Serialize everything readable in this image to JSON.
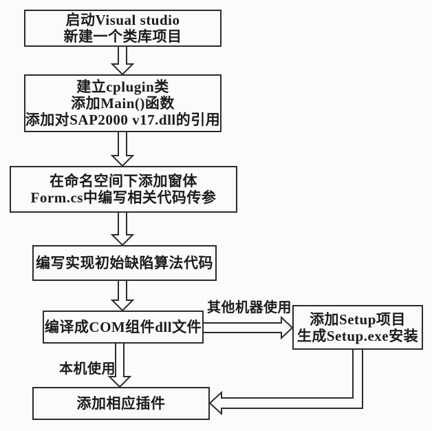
{
  "flowchart": {
    "nodes": [
      {
        "id": "start",
        "lines": [
          "启动Visual studio",
          "新建一个类库项目"
        ]
      },
      {
        "id": "cplugin",
        "lines": [
          "建立cplugin类",
          "添加Main()函数",
          "添加对SAP2000 v17.dll的引用"
        ]
      },
      {
        "id": "form",
        "lines": [
          "在命名空间下添加窗体",
          "Form.cs中编写相关代码传参"
        ]
      },
      {
        "id": "algorithm",
        "lines": [
          "编写实现初始缺陷算法代码"
        ]
      },
      {
        "id": "compile",
        "lines": [
          "编译成COM组件dll文件"
        ]
      },
      {
        "id": "setup",
        "lines": [
          "添加Setup项目",
          "生成Setup.exe安装"
        ]
      },
      {
        "id": "plugin",
        "lines": [
          "添加相应插件"
        ]
      }
    ],
    "edge_labels": {
      "other_machine": "其他机器使用",
      "local_machine": "本机使用"
    },
    "colors": {
      "line": "#2b2b2b",
      "text": "#1b1b1b",
      "background": "#fbfbfa"
    }
  }
}
